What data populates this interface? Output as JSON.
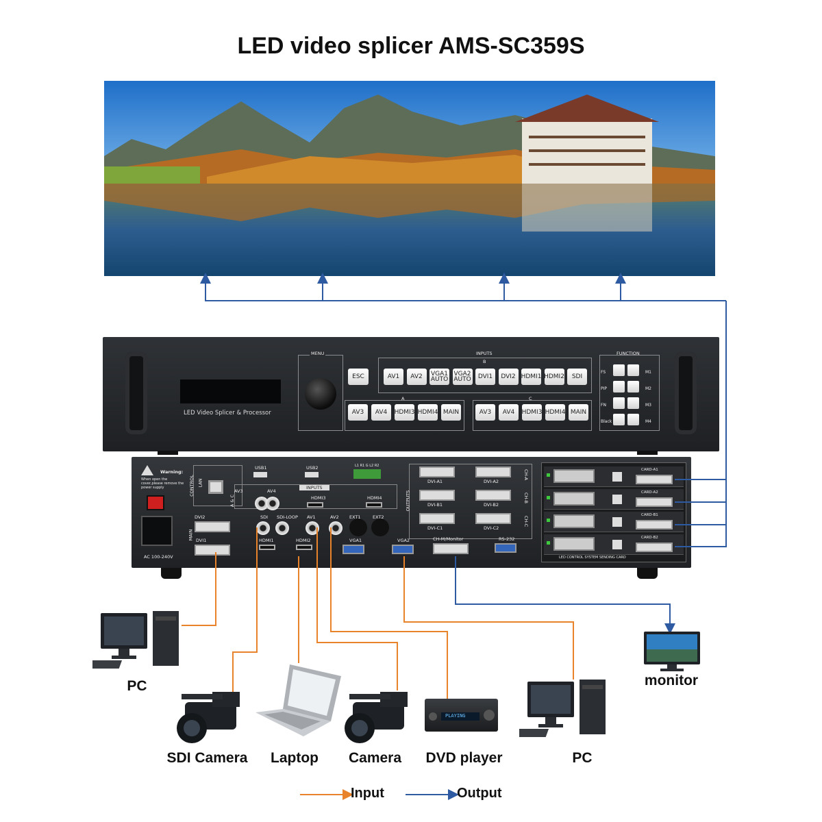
{
  "title": "LED video splicer AMS-SC359S",
  "front_panel": {
    "lcd_label": "LED Video Splicer & Processor",
    "menu_label": "MENU",
    "inputs_label": "INPUTS",
    "function_label": "FUNCTION",
    "group_b": "B",
    "group_a": "A",
    "group_c": "C",
    "esc": "ESC",
    "b_buttons": [
      "AV1",
      "AV2",
      "VGA1 AUTO",
      "VGA2 AUTO",
      "DVI1",
      "DVI2",
      "HDMI1",
      "HDMI2",
      "SDI"
    ],
    "a_buttons": [
      "AV3",
      "AV4",
      "HDMI3",
      "HDMI4",
      "MAIN"
    ],
    "c_buttons": [
      "AV3",
      "AV4",
      "HDMI3",
      "HDMI4",
      "MAIN"
    ],
    "function_left": [
      "FS",
      "PIP",
      "FN",
      "Black"
    ],
    "function_right": [
      "M1",
      "M2",
      "M3",
      "M4"
    ]
  },
  "rear_panel": {
    "warning_title": "Warning:",
    "warning_text": "When open the cover,please remove the power supply",
    "power": "AC 100-240V",
    "control": "CONTROL",
    "lan": "LAN",
    "usb1": "USB1",
    "usb2": "USB2",
    "terminal": "L1 R1 G L2 R2",
    "inputs": "INPUTS",
    "a_c": "A & C",
    "main": "MAIN",
    "port_labels": [
      "AV3",
      "AV4",
      "HDMI3",
      "HDMI4",
      "DVI2",
      "SDI",
      "SDI-LOOP",
      "AV1",
      "AV2",
      "EXT1",
      "EXT2",
      "DVI1",
      "HDMI1",
      "HDMI2",
      "VGA1",
      "VGA2",
      "CH-M/Monitor",
      "RS-232"
    ],
    "outputs": "OUTPUTS",
    "output_ports": [
      "DVI-A1",
      "DVI-A2",
      "DVI-B1",
      "DVI-B2",
      "DVI-C1",
      "DVI-C2"
    ],
    "ch_labels": [
      "CH-A",
      "CH-B",
      "CH-C"
    ],
    "cards": [
      "CARD-A1",
      "CARD-A2",
      "CARD-B1",
      "CARD-B2"
    ],
    "card_footer": "LED CONTROL SYSTEM SENDING CARD"
  },
  "devices": {
    "pc_left": "PC",
    "sdi_camera": "SDI Camera",
    "laptop": "Laptop",
    "camera": "Camera",
    "dvd": "DVD player",
    "dvd_display": "PLAYING",
    "pc_right": "PC",
    "monitor": "monitor"
  },
  "legend": {
    "input": "Input",
    "output": "Output"
  },
  "colors": {
    "input_line": "#e8822b",
    "output_line": "#2d5aa0",
    "device_body": "#1e2226",
    "panel": "#2a2c2f"
  }
}
